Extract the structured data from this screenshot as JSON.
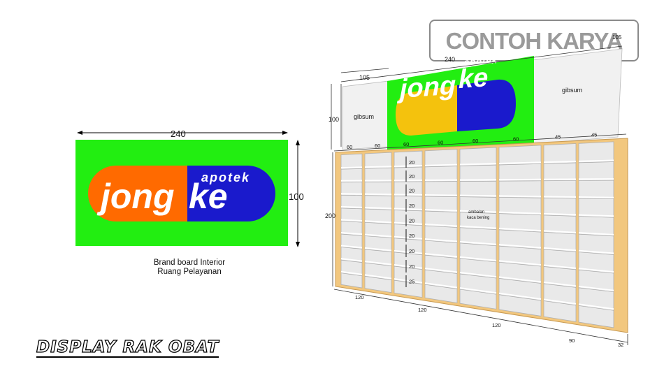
{
  "stamp": {
    "text": "CONTOH KARYA"
  },
  "brand_board": {
    "width_label": "240",
    "height_label": "100",
    "logo_word_left": "jong",
    "logo_word_right": "ke",
    "logo_small": "apotek",
    "caption_line1": "Brand board Interior",
    "caption_line2": "Ruang Pelayanan",
    "colors": {
      "background": "#22ee11",
      "pill_left": "#ff6a00",
      "pill_right": "#1a1acc"
    }
  },
  "display": {
    "top_dims": [
      "240",
      "105",
      "105"
    ],
    "side_labels": [
      "gibsum",
      "gibsum"
    ],
    "left_dims": [
      "100",
      "200"
    ],
    "column_widths": [
      "60",
      "60",
      "60",
      "60",
      "60",
      "60",
      "45",
      "45"
    ],
    "shelf_spacing": [
      "20",
      "20",
      "20",
      "20",
      "20",
      "20",
      "20",
      "20",
      "25"
    ],
    "note_line1": "ambalan",
    "note_line2": "kaca bening",
    "bottom_dims": [
      "120",
      "120",
      "120",
      "90",
      "32"
    ],
    "logo_word_left": "jong",
    "logo_word_right": "ke",
    "logo_small": "apotek",
    "colors": {
      "wood": "#f2c77e",
      "wood_dark": "#d9a95c",
      "green": "#22ee11",
      "pill_left": "#f4c20d",
      "pill_right": "#1a1acc"
    }
  },
  "footer": {
    "title": "DISPLAY RAK OBAT"
  }
}
